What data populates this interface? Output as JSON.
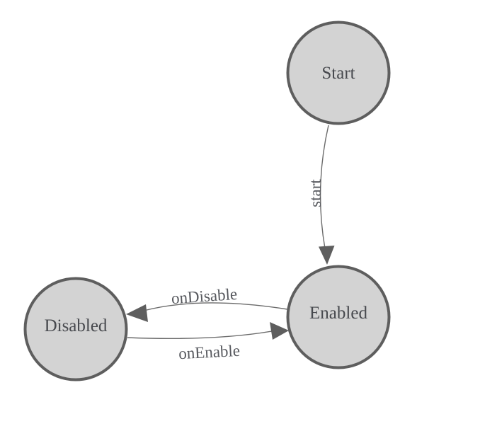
{
  "diagram": {
    "type": "state-machine-graph",
    "nodes": [
      {
        "id": "start",
        "label": "Start"
      },
      {
        "id": "enabled",
        "label": "Enabled"
      },
      {
        "id": "disabled",
        "label": "Disabled"
      }
    ],
    "edges": [
      {
        "from": "Start",
        "to": "Enabled",
        "label": "start"
      },
      {
        "from": "Enabled",
        "to": "Disabled",
        "label": "onDisable"
      },
      {
        "from": "Disabled",
        "to": "Enabled",
        "label": "onEnable"
      }
    ],
    "colors": {
      "background": "#ffffff",
      "node_fill": "#d3d3d3",
      "node_stroke": "#5e5e5e",
      "node_text": "#47494e",
      "edge_stroke": "#6b6b6b",
      "arrow_fill": "#5e5e5e",
      "edge_text": "#57595e"
    }
  }
}
